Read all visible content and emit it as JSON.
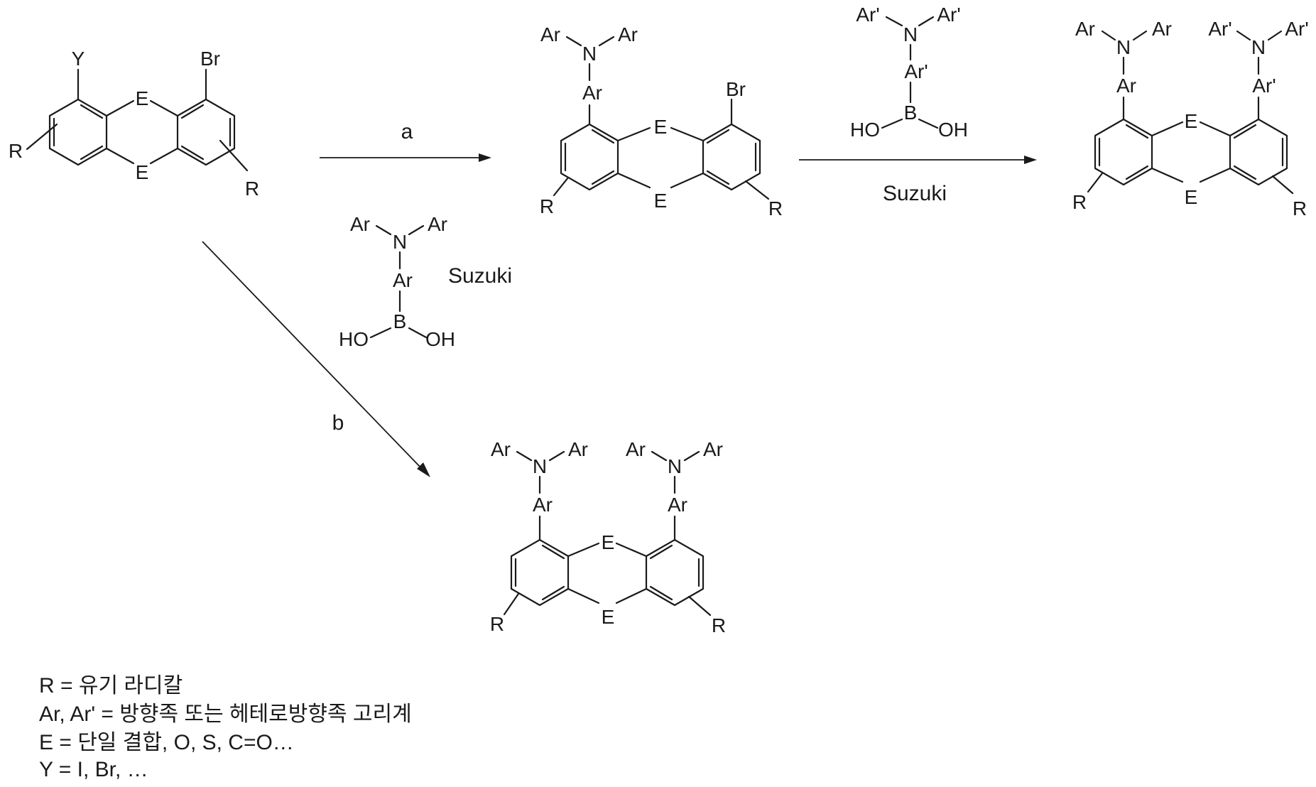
{
  "atoms": {
    "Y": "Y",
    "Br": "Br",
    "E": "E",
    "R": "R",
    "N": "N",
    "B": "B",
    "Ar": "Ar",
    "Ar_prime": "Ar'",
    "HO": "HO",
    "OH": "OH"
  },
  "arrow_labels": {
    "a": "a",
    "b": "b",
    "suzuki": "Suzuki"
  },
  "legend": [
    "R = 유기 라디칼",
    "Ar, Ar' = 방향족 또는 헤테로방향족 고리계",
    "E = 단일 결합, O, S, C=O…",
    "Y = I, Br, …"
  ]
}
